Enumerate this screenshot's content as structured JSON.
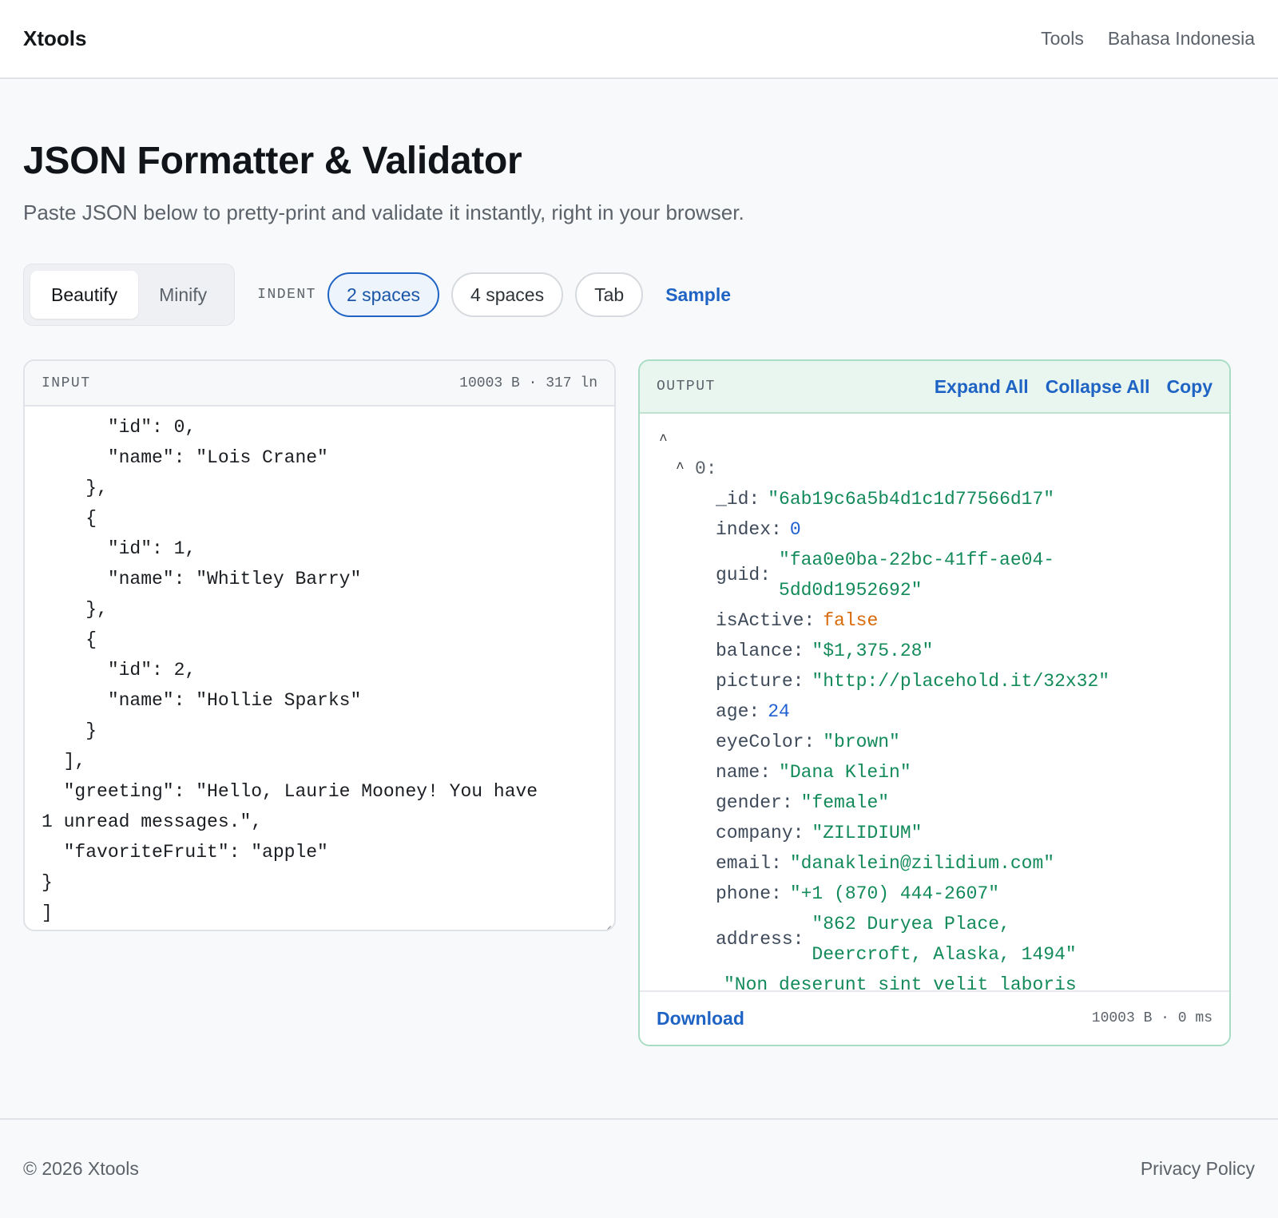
{
  "header": {
    "brand": "Xtools",
    "nav": [
      "Tools",
      "Bahasa Indonesia"
    ]
  },
  "page": {
    "title": "JSON Formatter & Validator",
    "subtitle": "Paste JSON below to pretty-print and validate it instantly, right in your browser."
  },
  "toolbar": {
    "modes": [
      "Beautify",
      "Minify"
    ],
    "active_mode": "Beautify",
    "indent_label": "INDENT",
    "indent_options": [
      "2 spaces",
      "4 spaces",
      "Tab"
    ],
    "active_indent": "2 spaces",
    "sample_label": "Sample"
  },
  "input": {
    "label": "INPUT",
    "meta": "10003 B · 317 ln",
    "code": "      \"id\": 0,\n      \"name\": \"Lois Crane\"\n    },\n    {\n      \"id\": 1,\n      \"name\": \"Whitley Barry\"\n    },\n    {\n      \"id\": 2,\n      \"name\": \"Hollie Sparks\"\n    }\n  ],\n  \"greeting\": \"Hello, Laurie Mooney! You have\n1 unread messages.\",\n  \"favoriteFruit\": \"apple\"\n}\n]"
  },
  "output": {
    "label": "OUTPUT",
    "actions": [
      "Expand All",
      "Collapse All",
      "Copy"
    ],
    "node_label": "0:",
    "props": [
      {
        "key": "_id:",
        "value": "\"6ab19c6a5b4d1c1d77566d17\"",
        "type": "str"
      },
      {
        "key": "index:",
        "value": "0",
        "type": "num"
      },
      {
        "key": "guid:",
        "value": "\"faa0e0ba-22bc-41ff-ae04-5dd0d1952692\"",
        "type": "str",
        "wrap": true
      },
      {
        "key": "isActive:",
        "value": "false",
        "type": "bool"
      },
      {
        "key": "balance:",
        "value": "\"$1,375.28\"",
        "type": "str"
      },
      {
        "key": "picture:",
        "value": "\"http://placehold.it/32x32\"",
        "type": "str"
      },
      {
        "key": "age:",
        "value": "24",
        "type": "num"
      },
      {
        "key": "eyeColor:",
        "value": "\"brown\"",
        "type": "str"
      },
      {
        "key": "name:",
        "value": "\"Dana Klein\"",
        "type": "str"
      },
      {
        "key": "gender:",
        "value": "\"female\"",
        "type": "str"
      },
      {
        "key": "company:",
        "value": "\"ZILIDIUM\"",
        "type": "str"
      },
      {
        "key": "email:",
        "value": "\"danaklein@zilidium.com\"",
        "type": "str"
      },
      {
        "key": "phone:",
        "value": "\"+1 (870) 444-2607\"",
        "type": "str"
      },
      {
        "key": "address:",
        "value": "\"862 Duryea Place, Deercroft, Alaska, 1494\"",
        "type": "str",
        "wrap": true
      },
      {
        "key": "",
        "value": "\"Non deserunt sint velit laboris",
        "type": "str"
      }
    ],
    "download_label": "Download",
    "meta": "10003 B · 0 ms"
  },
  "footer": {
    "copyright": "© 2026 Xtools",
    "privacy": "Privacy Policy"
  }
}
